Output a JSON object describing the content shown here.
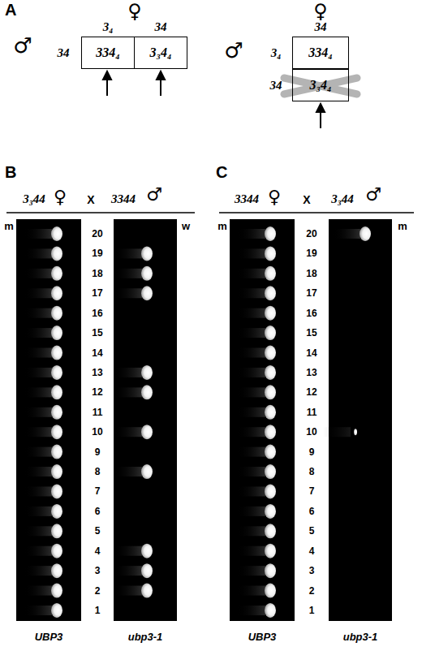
{
  "diagram": {
    "nodes": [
      {
        "text": [
          "334₄"
        ]
      },
      {
        "text": [
          "3₃4₄"
        ]
      },
      {
        "text": [
          "334₄"
        ]
      },
      {
        "text": [
          "3₃4₄"
        ]
      }
    ],
    "labels": [
      "A",
      "♀",
      "3₄",
      "34",
      "♂",
      "34",
      "♀",
      "34",
      "♂",
      "3₄",
      "34",
      "B",
      "3₃44",
      "♀",
      "X",
      "3344",
      "♂",
      "C",
      "3344",
      "♀",
      "X",
      "3₃44",
      "♂",
      "m",
      "w",
      "20",
      "19",
      "18",
      "17",
      "16",
      "15",
      "14",
      "13",
      "12",
      "11",
      "10",
      "9",
      "8",
      "7",
      "6",
      "5",
      "4",
      "3",
      "2",
      "1",
      "m",
      "m",
      "20",
      "19",
      "18",
      "17",
      "16",
      "15",
      "14",
      "13",
      "12",
      "11",
      "10",
      "9",
      "8",
      "7",
      "6",
      "5",
      "4",
      "3",
      "2",
      "1",
      "UBP3",
      "ubp3-1",
      "UBP3",
      "ubp3-1"
    ]
  }
}
